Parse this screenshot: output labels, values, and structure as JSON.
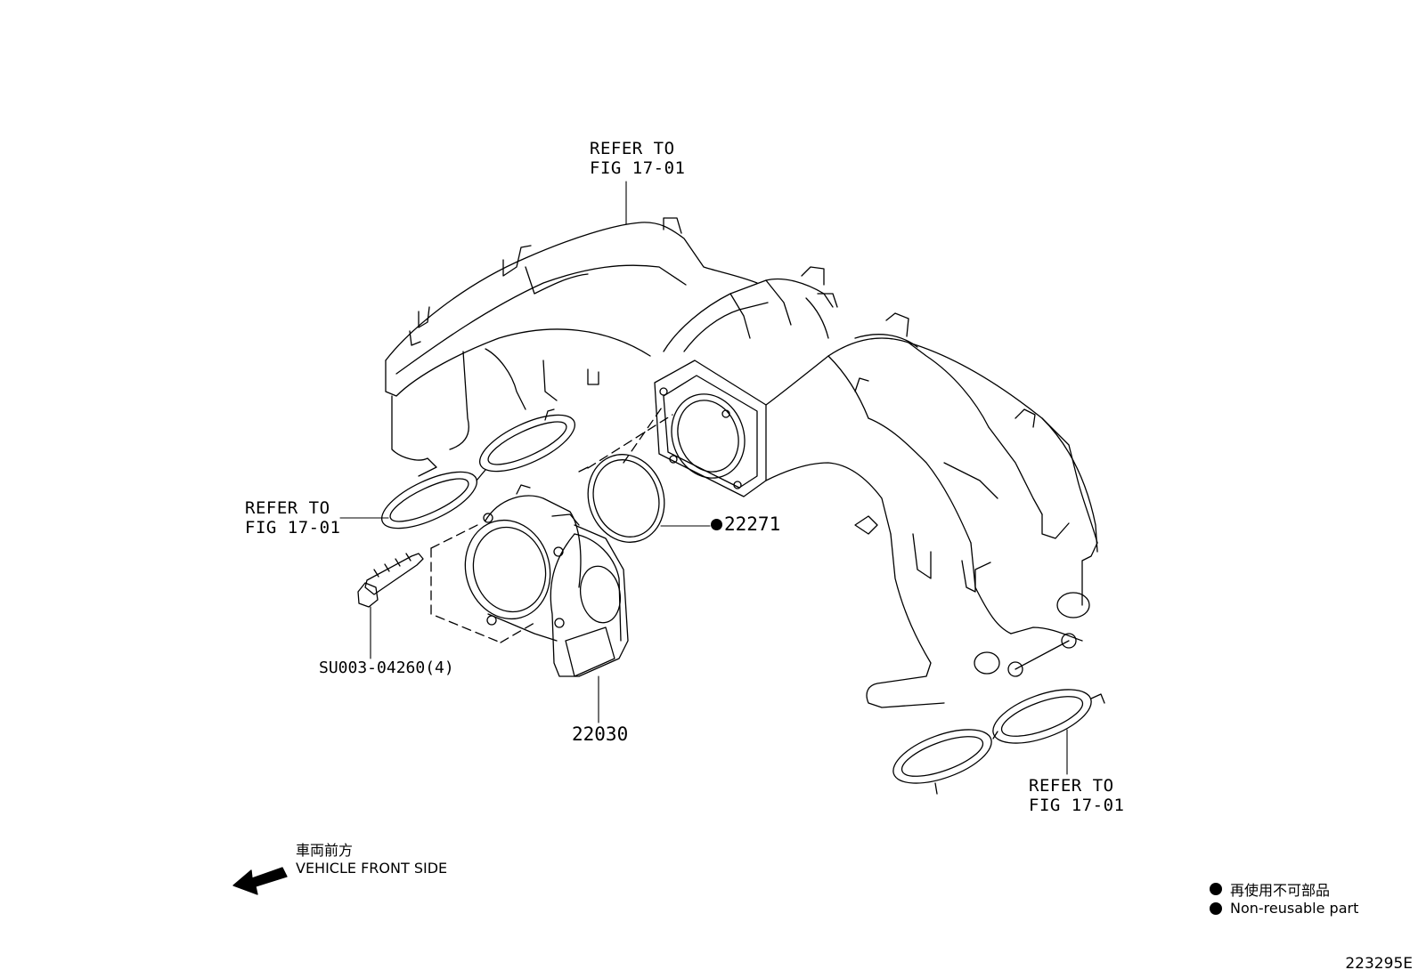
{
  "callouts": {
    "top_refer": [
      "REFER TO",
      "FIG 17-01"
    ],
    "left_refer": [
      "REFER TO",
      "FIG 17-01"
    ],
    "bottom_refer": [
      "REFER TO",
      "FIG 17-01"
    ]
  },
  "parts": {
    "gasket": "22271",
    "bolt": "SU003-04260(4)",
    "throttle_body": "22030"
  },
  "direction": {
    "japanese": "車両前方",
    "english": "VEHICLE FRONT SIDE"
  },
  "legend": {
    "japanese": "再使用不可部品",
    "english": "Non-reusable part"
  },
  "figure_id": "223295E"
}
